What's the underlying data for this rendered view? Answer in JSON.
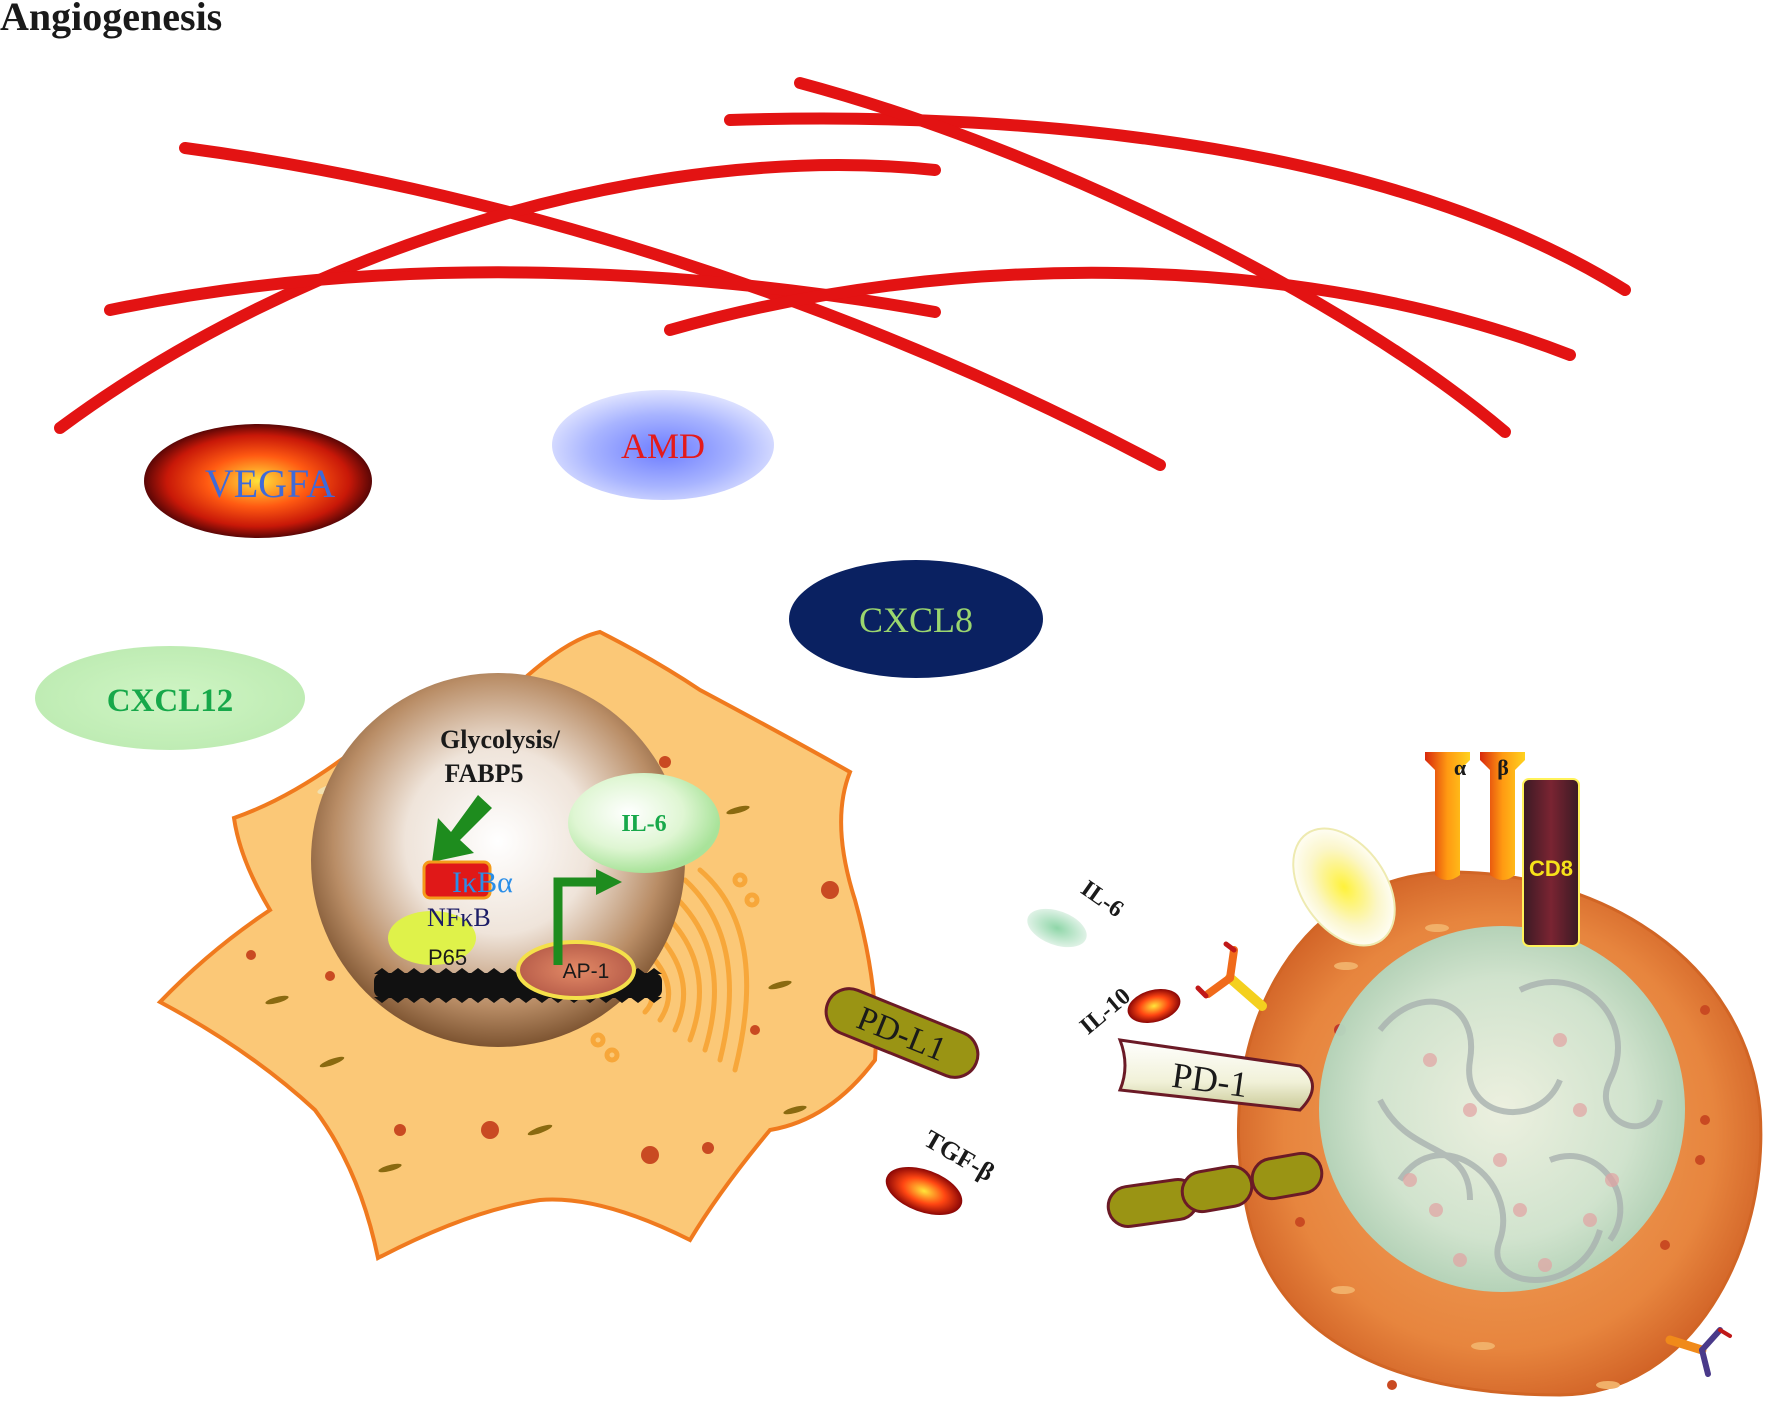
{
  "title": "Angiogenesis",
  "factors": {
    "vegfa": "VEGFA",
    "amd": "AMD",
    "cxcl8": "CXCL8",
    "cxcl12": "CXCL12",
    "il6_in_cell": "IL-6",
    "il6_secreted": "IL-6",
    "il10": "IL-10",
    "tgfb": "TGF-β"
  },
  "tumor_cell": {
    "glycolysis_line1": "Glycolysis/",
    "glycolysis_line2": "FABP5",
    "ikba": "IκBα",
    "nfkb": "NFκB",
    "p65": "P65",
    "ap1": "AP-1",
    "pdl1": "PD-L1"
  },
  "t_cell": {
    "pd1": "PD-1",
    "cd8": "CD8",
    "alpha": "α",
    "beta": "β"
  },
  "colors": {
    "vessel": "#e31313",
    "tumor_cytoplasm": "#fbc877",
    "tumor_border": "#f07a1e",
    "tcell": "#e8823a",
    "arrow_green": "#1e8c1e",
    "cxcl8_fill": "#0a2161",
    "olive": "#9a9414"
  },
  "icons": [
    "green-arrow-icon",
    "transcription-arrow-icon",
    "antibody-y-icon",
    "golgi-icon",
    "dna-strand-icon"
  ]
}
